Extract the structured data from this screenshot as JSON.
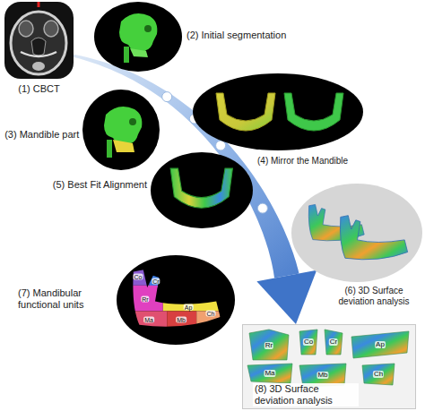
{
  "diagram": {
    "nodes": [
      {
        "text": [
          "(1) CBCT"
        ]
      },
      {
        "text": [
          "(2) Initial segmentation"
        ]
      },
      {
        "text": [
          "(3) Mandible part"
        ]
      },
      {
        "text": [
          "(4) Mirror the Mandible"
        ]
      },
      {
        "text": [
          "(5) Best Fit Alignment"
        ]
      },
      {
        "text": [
          "(6) 3D Surface deviation analysis"
        ]
      },
      {
        "text": [
          "(7) Mandibular functional units",
          "Rr",
          "Co",
          "Cr",
          "Ap",
          "Ma",
          "Mb",
          "Ch"
        ]
      },
      {
        "text": [
          "(8) 3D Surface deviation analysis",
          "Rr",
          "Co",
          "Cr",
          "Ap",
          "Ma",
          "Mb",
          "Ch"
        ]
      }
    ],
    "edges": [
      {
        "from": 0,
        "to": 7,
        "arrow": "to"
      }
    ]
  }
}
